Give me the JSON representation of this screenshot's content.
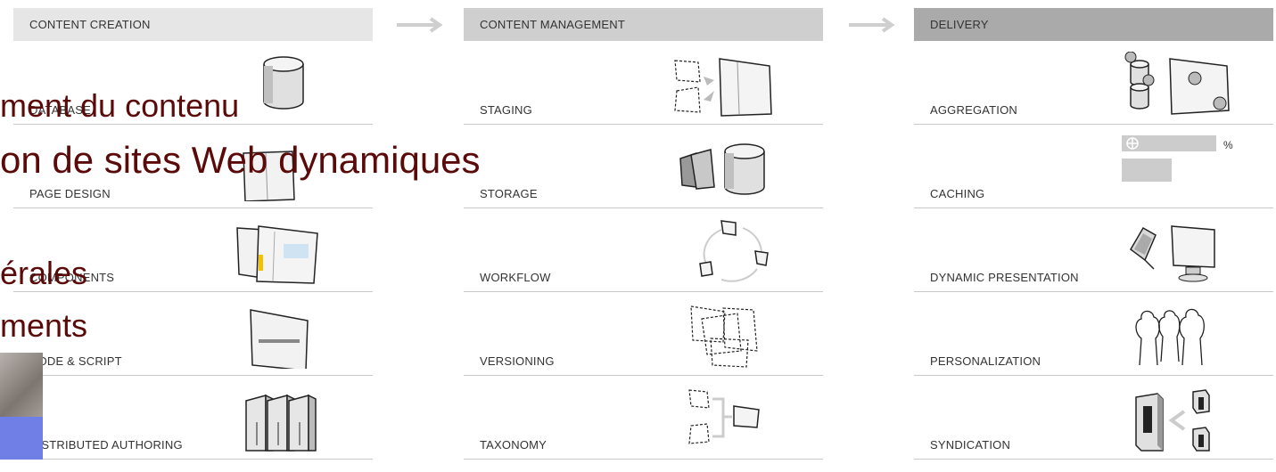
{
  "columns": [
    {
      "header": "CONTENT CREATION",
      "header_bg": "#e6e6e6",
      "rows": [
        {
          "label": "DATABASE",
          "icon": "database-icon"
        },
        {
          "label": "PAGE DESIGN",
          "icon": "page-design-icon"
        },
        {
          "label": "COMPONENTS",
          "icon": "components-icon"
        },
        {
          "label": "CODE & SCRIPT",
          "icon": "code-script-icon"
        },
        {
          "label": "DISTRIBUTED AUTHORING",
          "icon": "binders-icon"
        }
      ]
    },
    {
      "header": "CONTENT MANAGEMENT",
      "header_bg": "#cfcfcf",
      "rows": [
        {
          "label": "STAGING",
          "icon": "staging-icon"
        },
        {
          "label": "STORAGE",
          "icon": "storage-icon"
        },
        {
          "label": "WORKFLOW",
          "icon": "workflow-icon"
        },
        {
          "label": "VERSIONING",
          "icon": "versioning-icon"
        },
        {
          "label": "TAXONOMY",
          "icon": "taxonomy-icon"
        }
      ]
    },
    {
      "header": "DELIVERY",
      "header_bg": "#aaaaaa",
      "rows": [
        {
          "label": "AGGREGATION",
          "icon": "aggregation-icon"
        },
        {
          "label": "CACHING",
          "icon": "caching-icon"
        },
        {
          "label": "DYNAMIC PRESENTATION",
          "icon": "devices-icon"
        },
        {
          "label": "PERSONALIZATION",
          "icon": "people-icon"
        },
        {
          "label": "SYNDICATION",
          "icon": "server-icon"
        }
      ]
    }
  ],
  "caching_percent_symbol": "%",
  "overlay": {
    "line1": "ment du contenu",
    "line2": "on de sites Web dynamiques",
    "line3": "érales",
    "line4": "ments"
  },
  "colors": {
    "overlay_text": "#5b0a0a",
    "arrow": "#cfcfcf",
    "accent_blue": "#cfe3f2",
    "accent_yellow": "#f2c200"
  }
}
